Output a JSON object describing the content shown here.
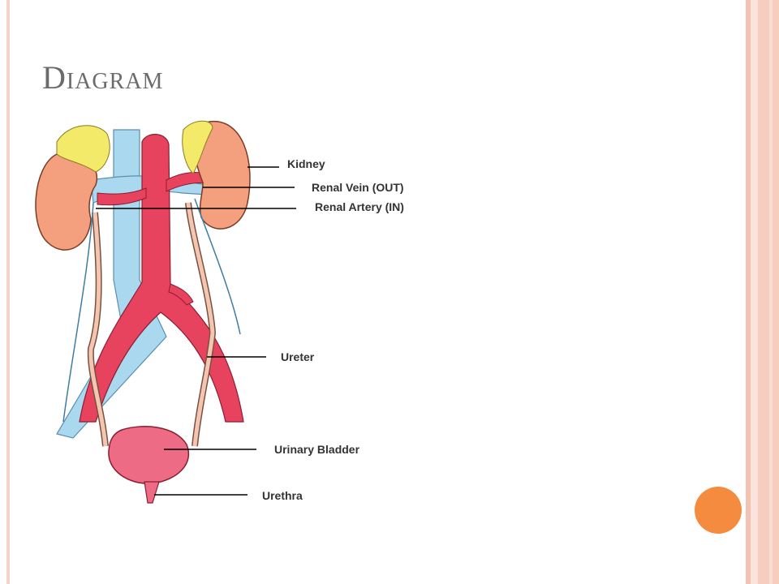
{
  "title": "Diagram",
  "labels": {
    "kidney": "Kidney",
    "renal_vein": "Renal Vein (OUT)",
    "renal_artery": "Renal Artery  (IN)",
    "ureter": "Ureter",
    "bladder": "Urinary Bladder",
    "urethra": "Urethra"
  },
  "colors": {
    "kidney": "#f4a07f",
    "adrenal": "#f3ea6a",
    "artery": "#e8435e",
    "vein": "#a9d8ef",
    "ureter": "#f2c6b0",
    "bladder": "#ee6b86",
    "accent": "#f58b3f"
  }
}
